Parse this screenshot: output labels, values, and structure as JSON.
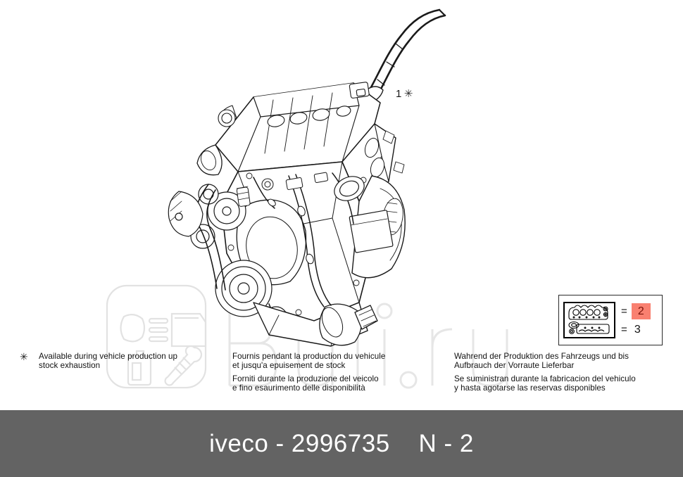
{
  "page": {
    "background_color": "#ffffff",
    "footer_color": "#636363",
    "highlight_color": "#f98070"
  },
  "diagram": {
    "title_alt": "Iveco engine assembly exploded technical drawing",
    "callout": {
      "number": "1",
      "symbol": "✳"
    }
  },
  "watermark": {
    "text": "Buli.ru",
    "logo_icons": [
      "headlight-icon",
      "car-door-icon",
      "oil-bottle-icon",
      "shock-absorber-icon"
    ]
  },
  "notes": {
    "symbol": "✳",
    "english": "Available during vehicle production up stock exhaustion",
    "english_lines": [
      "Available during vehicle production up",
      "stock exhaustion"
    ],
    "french_lines": [
      "Fournis pendant la production du vehicule",
      "et jusqu'a epuisement de stock"
    ],
    "italian_lines": [
      "Forniti durante la produzione del veicolo",
      "e fino esaurimento delle disponibilità"
    ],
    "german_lines": [
      "Wahrend der Produktion des Fahrzeugs und bis",
      "Aufbrauch der Vorraute Lieferbar"
    ],
    "spanish_lines": [
      "Se suministran durante la fabricacion del vehiculo",
      "y hasta agotarse las reservas disponibles"
    ]
  },
  "legend": {
    "rows": [
      {
        "icon": "cylinder-head-gasket-icon",
        "equals": "=",
        "value": "2",
        "highlighted": true
      },
      {
        "icon": "flat-gasket-icon",
        "equals": "=",
        "value": "3",
        "highlighted": false
      }
    ]
  },
  "footer": {
    "brand": "iveco",
    "separator": "-",
    "part_number": "2996735",
    "page_code": "N - 2",
    "full_text": "iveco - 2996735    N - 2"
  }
}
